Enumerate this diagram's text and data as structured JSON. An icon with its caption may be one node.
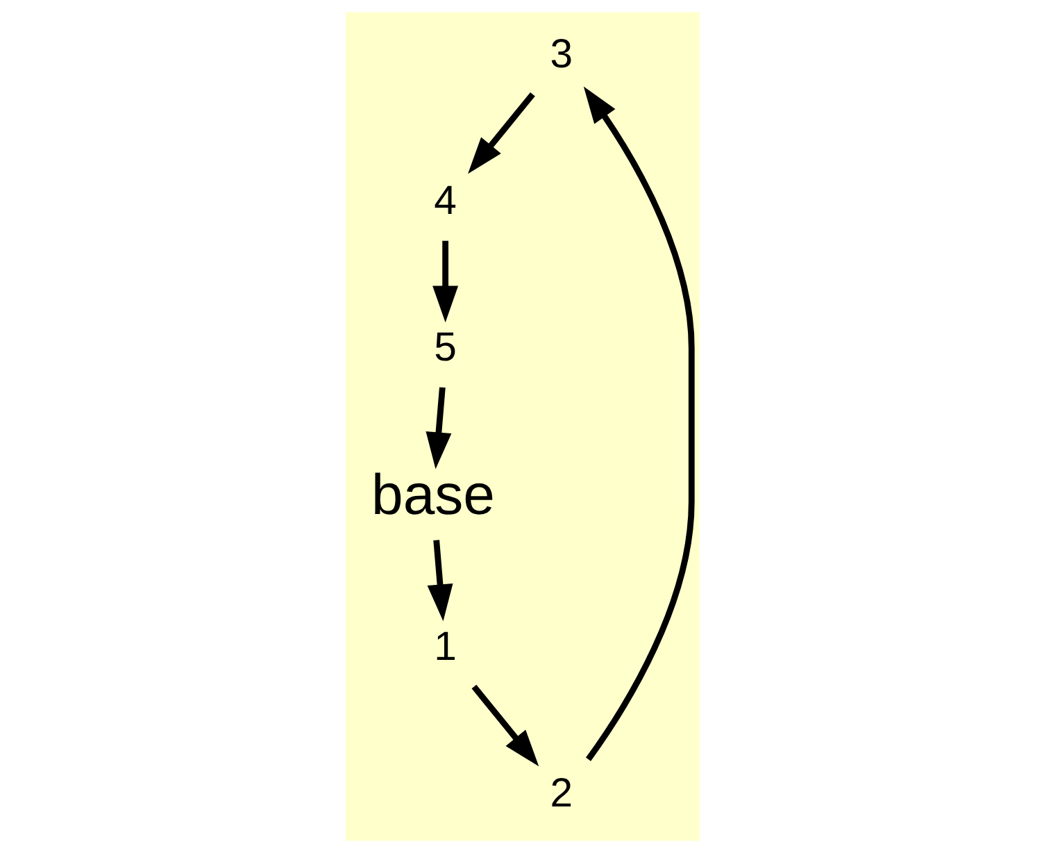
{
  "diagram": {
    "nodes": [
      {
        "text": [
          "3"
        ]
      },
      {
        "text": [
          "4"
        ]
      },
      {
        "text": [
          "1"
        ]
      },
      {
        "text": [
          "2"
        ]
      },
      {
        "text": [
          "5"
        ]
      },
      {
        "text": [
          "base"
        ]
      }
    ],
    "edges": [
      {
        "from": 5,
        "to": 2,
        "arrow": "to"
      },
      {
        "from": 2,
        "to": 3,
        "arrow": "to"
      },
      {
        "from": 3,
        "to": 0,
        "arrow": "to"
      },
      {
        "from": 0,
        "to": 1,
        "arrow": "to"
      },
      {
        "from": 1,
        "to": 4,
        "arrow": "to"
      },
      {
        "from": 4,
        "to": 5,
        "arrow": "to"
      }
    ]
  }
}
